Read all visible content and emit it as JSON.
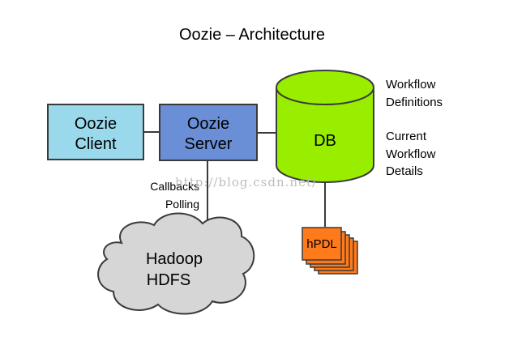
{
  "title": "Oozie – Architecture",
  "nodes": {
    "client": {
      "line1": "Oozie",
      "line2": "Client"
    },
    "server": {
      "line1": "Oozie",
      "line2": "Server"
    },
    "db": {
      "label": "DB"
    },
    "hpdl": {
      "label": "hPDL"
    },
    "hadoop": {
      "line1": "Hadoop",
      "line2": "HDFS"
    }
  },
  "annotations": {
    "workflow_definitions": {
      "line1": "Workflow",
      "line2": "Definitions"
    },
    "current_workflow_details": {
      "line1": "Current",
      "line2": "Workflow",
      "line3": "Details"
    },
    "callbacks_polling": {
      "line1": "Callbacks",
      "line2": "Polling"
    }
  },
  "watermark": "http://blog.csdn.net/",
  "colors": {
    "client_fill": "#9ad9ec",
    "server_fill": "#6a8fd6",
    "db_fill": "#99ee00",
    "hpdl_fill": "#ff7a1a",
    "cloud_fill": "#d6d6d6",
    "stroke": "#3a3a3a"
  }
}
